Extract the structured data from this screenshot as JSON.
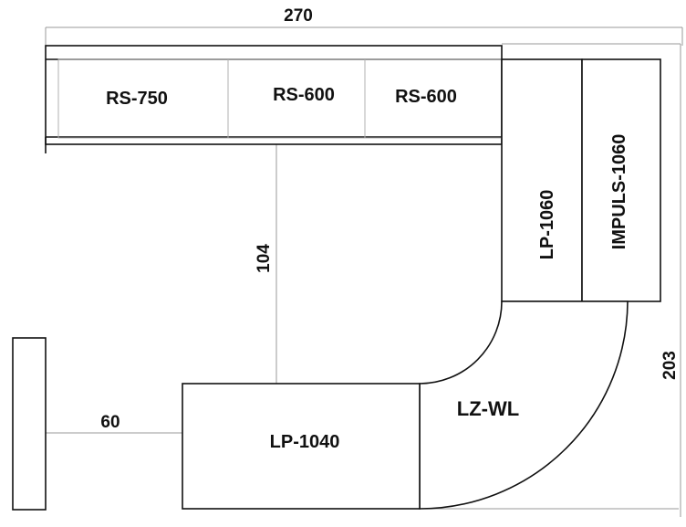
{
  "dimensions": {
    "top_width": "270",
    "right_height": "203",
    "inner_depth": "104",
    "left_gap": "60"
  },
  "units": {
    "top_row": [
      "RS-750",
      "RS-600",
      "RS-600"
    ],
    "right_inner": "LP-1060",
    "right_outer": "IMPULS-1060",
    "bottom_straight": "LP-1040",
    "bottom_corner": "LZ-WL"
  },
  "colors": {
    "lines": "#111111",
    "dimension_lines": "#9a9a9a",
    "background": "#ffffff"
  }
}
